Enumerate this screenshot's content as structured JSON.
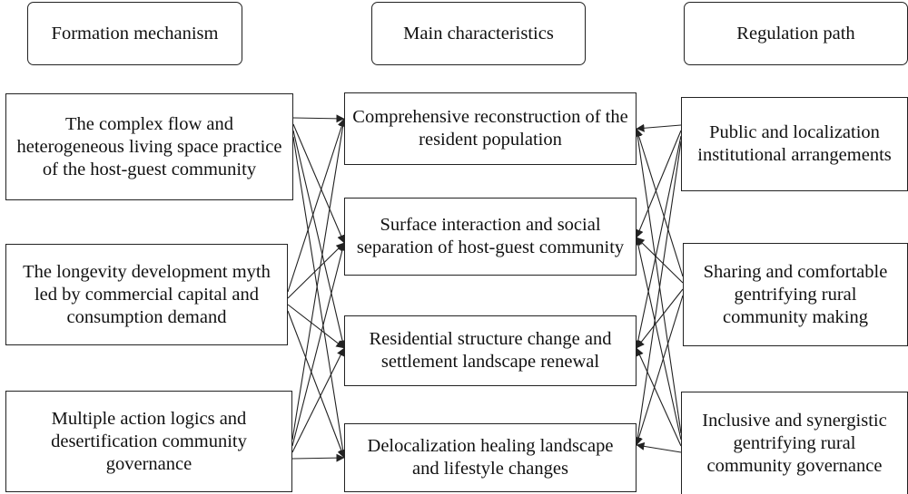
{
  "headers": {
    "formation": "Formation mechanism",
    "characteristics": "Main characteristics",
    "regulation": "Regulation path"
  },
  "mechanisms": [
    "The complex flow and heterogeneous living space practice of the host-guest community",
    "The longevity development myth led by commercial capital and consumption demand",
    "Multiple action logics and desertification community governance"
  ],
  "characteristics": [
    "Comprehensive reconstruction of the resident population",
    "Surface interaction and social separation of host-guest community",
    "Residential structure change and settlement landscape renewal",
    "Delocalization healing landscape and lifestyle changes"
  ],
  "paths": [
    "Public and localization institutional arrangements",
    "Sharing and comfortable gentrifying rural community making",
    "Inclusive and synergistic gentrifying rural community governance"
  ],
  "colors": {
    "line": "#222222",
    "background": "#ffffff"
  }
}
